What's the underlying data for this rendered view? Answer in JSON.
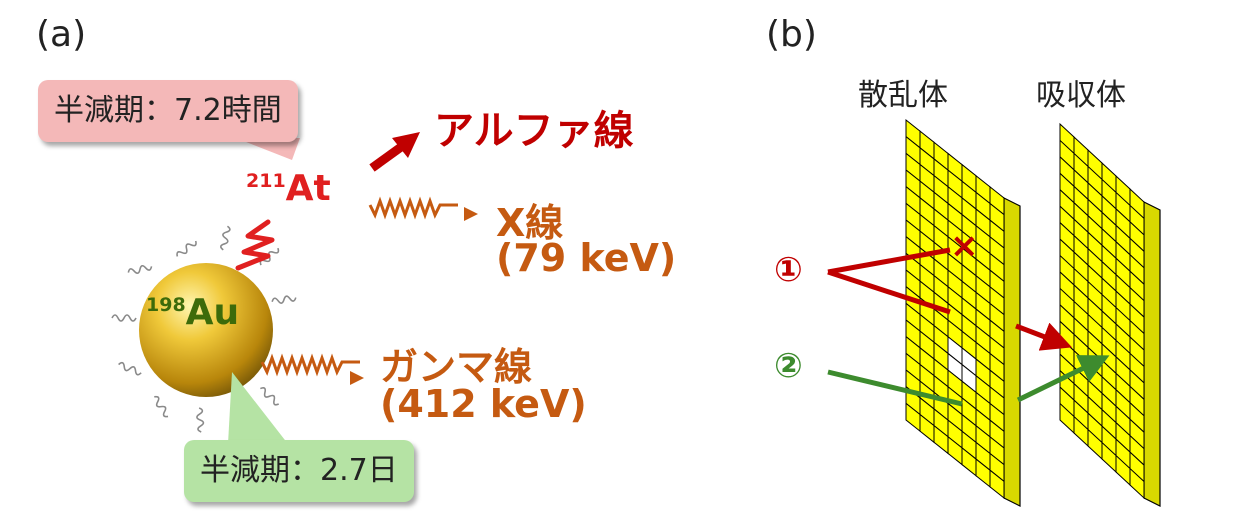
{
  "panels": {
    "a": "(a)",
    "b": "(b)"
  },
  "left": {
    "at_halflife": "半減期：7.2時間",
    "au_halflife": "半減期：2.7日",
    "at_mass": "211",
    "at_symbol": "At",
    "au_mass": "198",
    "au_symbol": "Au",
    "alpha": "アルファ線",
    "xray": "X線",
    "xray_energy": "(79 keV)",
    "gamma": "ガンマ線",
    "gamma_energy": "(412 keV)"
  },
  "right": {
    "scatterer": "散乱体",
    "absorber": "吸収体",
    "marker1": "①",
    "marker2": "②",
    "cross": "×"
  },
  "colors": {
    "alpha": "#c00000",
    "emission": "#c55a11",
    "gold": "#d6a41e",
    "au_label": "#3d6b0a",
    "pink_box": "#f4b8b8",
    "green_box": "#b5e3a4",
    "detector": "#ffff00",
    "path1": "#c00000",
    "path2": "#3d8b2e"
  }
}
